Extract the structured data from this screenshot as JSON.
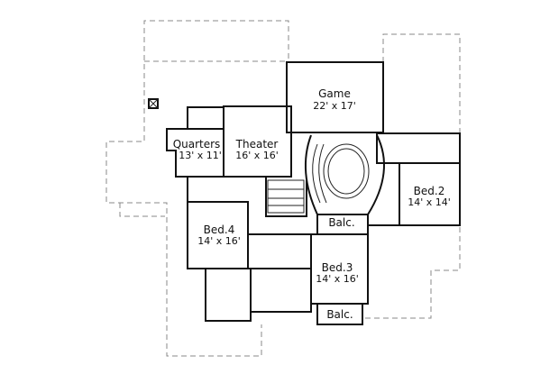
{
  "rooms": [
    {
      "name": "Game",
      "size": "22' x 17'"
    },
    {
      "name": "Theater",
      "size": "16' x 16'"
    },
    {
      "name": "Quarters",
      "size": "13' x 11'"
    },
    {
      "name": "Bed.2",
      "size": "14' x 14'"
    },
    {
      "name": "Bed.4",
      "size": "14' x 16'"
    },
    {
      "name": "Bed.3",
      "size": "14' x 16'"
    }
  ],
  "balconies": [
    "Balc.",
    "Balc."
  ]
}
